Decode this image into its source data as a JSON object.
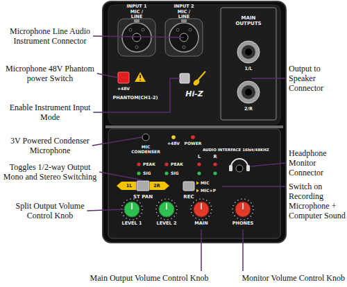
{
  "diagram": {
    "labels": [
      "Microphone Line Audio Instrument Connector",
      "Microphone 48V Phantom power Switch",
      "Enable Instrument Input Mode",
      "3V Powered Condenser Microphone",
      "Toggles 1/2-way Output Mono and Stereo Switching",
      "Split Output Volume Control Knob",
      "Output to Speaker Connector",
      "Headphone Monitor Connector",
      "Switch on Recording Microphone + Computer Sound",
      "Main Output Volume Control Knob",
      "Monitor Volume Control Knob",
      "INPUT 1 MIC / LINE",
      "INPUT 2 MIC / LINE",
      "MAIN OUTPUTS",
      "1/L",
      "2/R",
      "+48V",
      "PHANTOM(CH1-2)",
      "Hi-Z",
      "MIC CONDENSER",
      "+48V",
      "POWER",
      "AUDIO INTERFACE 16bit/48KHZ",
      "L",
      "R",
      "PEAK",
      "SIG",
      "PEAK",
      "SIG",
      "1L",
      "2R",
      "ST PAN",
      "MIC",
      "MIC+P",
      "REC",
      "LEVEL 1",
      "LEVEL 2",
      "MAIN",
      "PHONES"
    ]
  }
}
